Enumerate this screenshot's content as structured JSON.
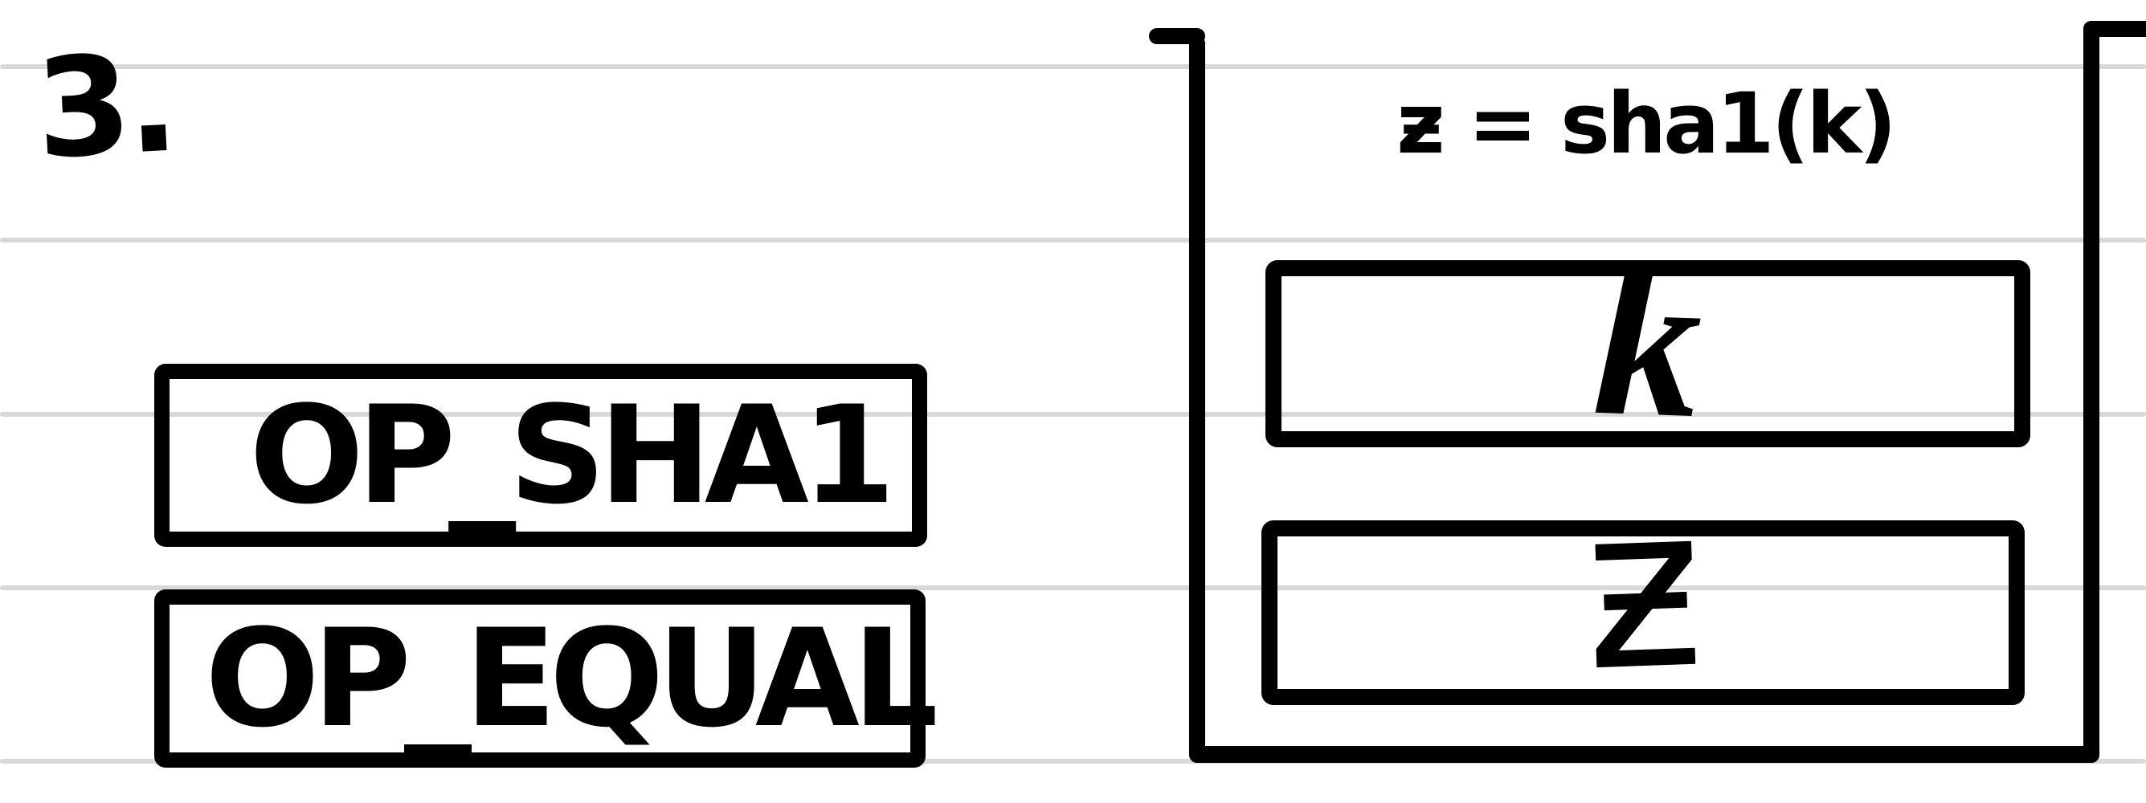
{
  "page": {
    "item_number": "3.",
    "background_color": "#ffffff",
    "ink_color": "#000000",
    "ruled_line_color": "#d8d8d8"
  },
  "script_column": {
    "ops": [
      {
        "label": "OP_SHA1"
      },
      {
        "label": "OP_EQUAL"
      }
    ]
  },
  "stack": {
    "annotation": "ƶ = sha1(k)",
    "items": [
      {
        "label": "k"
      },
      {
        "label": "ƶ"
      }
    ]
  }
}
